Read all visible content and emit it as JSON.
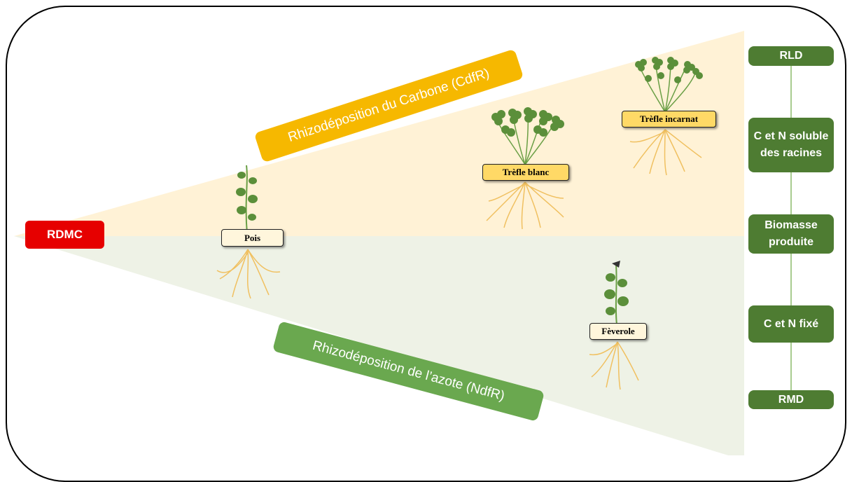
{
  "origin_label": "RDMC",
  "bands": {
    "carbon": "Rhizodéposition du Carbone (CdfR)",
    "nitrogen": "Rhizodéposition de l’azote (NdfR)"
  },
  "plants": {
    "pois": "Pois",
    "trefle_blanc": "Trèfle blanc",
    "trefle_incarnat": "Trèfle incarnat",
    "feverole": "Fèverole"
  },
  "side_scale": {
    "item1": "RLD",
    "item2": "C et N soluble des racines",
    "item3": "Biomasse produite",
    "item4": "C et N fixé",
    "item5": "RMD"
  },
  "colors": {
    "carbon_wedge": "#fff2d6",
    "nitrogen_wedge": "#eef2e6",
    "origin": "#e60000",
    "carbon_band": "#f6b800",
    "nitrogen_band": "#6aa84f",
    "side_box": "#4e7c32",
    "leaf": "#5b8f3a",
    "root": "#f0c060"
  }
}
